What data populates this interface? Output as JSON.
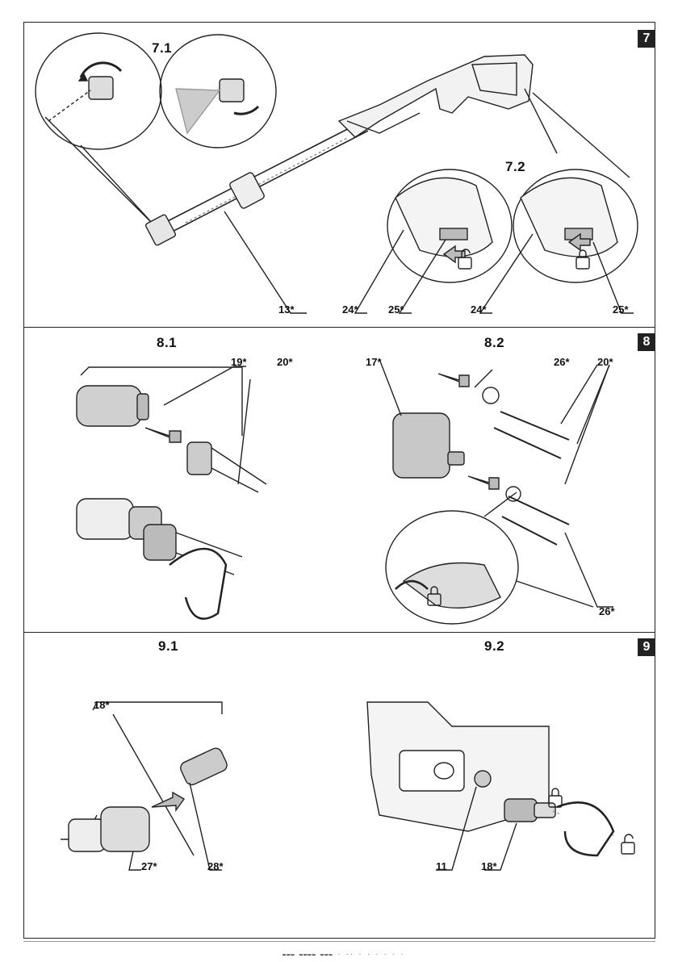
{
  "sections": [
    {
      "number": "7",
      "figures": [
        "7.1",
        "7.2"
      ],
      "callouts": [
        "13*",
        "24*",
        "25*",
        "24*",
        "25*"
      ]
    },
    {
      "number": "8",
      "figures": [
        "8.1",
        "8.2"
      ],
      "callouts": [
        "19*",
        "20*",
        "17*",
        "26*",
        "20*",
        "26*"
      ]
    },
    {
      "number": "9",
      "figures": [
        "9.1",
        "9.2"
      ],
      "callouts": [
        "18*",
        "27*",
        "28*",
        "11",
        "18*"
      ]
    }
  ],
  "footer": "▬▬▬ ▬▬▬▬ ▬▬▬ · ·· · · · · · ·"
}
